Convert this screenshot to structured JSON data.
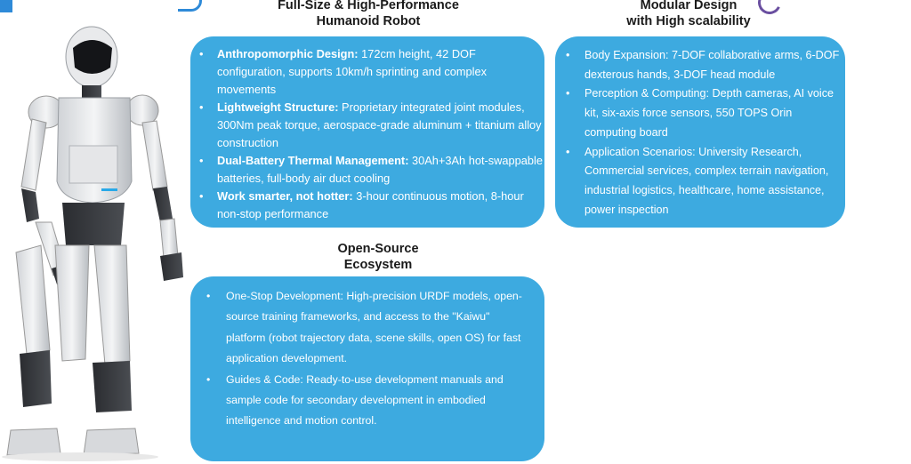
{
  "sections": {
    "anthro": {
      "heading_line1": "Full-Size & High-Performance",
      "heading_line2": "Humanoid Robot",
      "items": [
        {
          "label": "Anthropomorphic Design:",
          "text": " 172cm height, 42 DOF configuration, supports 10km/h sprinting and complex movements"
        },
        {
          "label": "Lightweight Structure:",
          "text": " Proprietary integrated joint modules, 300Nm peak torque, aerospace-grade aluminum + titanium alloy construction"
        },
        {
          "label": "Dual-Battery Thermal Management:",
          "text": " 30Ah+3Ah hot-swappable batteries, full-body air duct cooling"
        },
        {
          "label": "Work smarter, not hotter:",
          "text": " 3-hour continuous motion, 8-hour non-stop performance"
        }
      ]
    },
    "modular": {
      "heading_line1": "Modular Design",
      "heading_line2": "with High scalability",
      "items": [
        {
          "text": "Body Expansion: 7-DOF collaborative arms, 6-DOF dexterous hands, 3-DOF head module"
        },
        {
          "text": "Perception & Computing: Depth cameras, AI voice kit, six-axis force sensors, 550 TOPS Orin computing board"
        },
        {
          "text": "Application Scenarios: University Research, Commercial services, complex terrain navigation, industrial logistics, healthcare, home assistance, power inspection"
        }
      ]
    },
    "open": {
      "heading_line1": "Open-Source",
      "heading_line2": "Ecosystem",
      "items": [
        {
          "text": "One-Stop Development: High-precision URDF models, open-source training frameworks, and access to the \"Kaiwu\" platform (robot trajectory data, scene skills, open OS) for fast application development."
        },
        {
          "text": "Guides & Code: Ready-to-use development manuals and sample code for secondary development in embodied intelligence and motion control."
        }
      ]
    }
  },
  "bullet_glyph": "•",
  "colors": {
    "card": "#3daae0",
    "accent": "#2e8ad8",
    "heading": "#1a1a1a"
  }
}
